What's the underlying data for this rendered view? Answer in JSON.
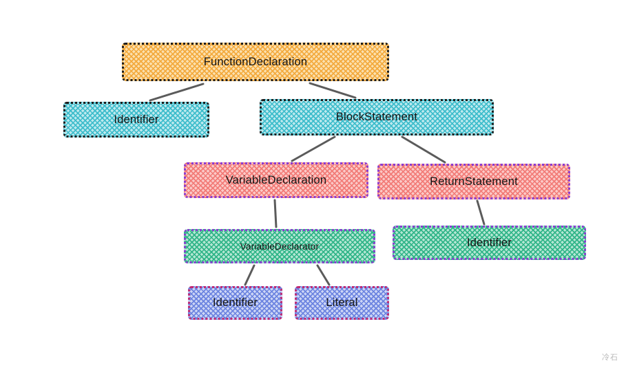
{
  "diagram": {
    "type": "tree",
    "description": "AST node tree",
    "watermark": "冷石",
    "nodes": [
      {
        "id": "function-declaration",
        "label": "FunctionDeclaration",
        "color": "orange"
      },
      {
        "id": "identifier-1",
        "label": "Identifier",
        "color": "teal"
      },
      {
        "id": "block-statement",
        "label": "BlockStatement",
        "color": "teal"
      },
      {
        "id": "variable-declaration",
        "label": "VariableDeclaration",
        "color": "red"
      },
      {
        "id": "return-statement",
        "label": "ReturnStatement",
        "color": "red"
      },
      {
        "id": "variable-declarator",
        "label": "VariableDeclarator",
        "color": "green"
      },
      {
        "id": "identifier-2",
        "label": "Identifier",
        "color": "green"
      },
      {
        "id": "identifier-3",
        "label": "Identifier",
        "color": "blue"
      },
      {
        "id": "literal",
        "label": "Literal",
        "color": "blue"
      }
    ],
    "edges": [
      {
        "from": "function-declaration",
        "to": "identifier-1"
      },
      {
        "from": "function-declaration",
        "to": "block-statement"
      },
      {
        "from": "block-statement",
        "to": "variable-declaration"
      },
      {
        "from": "block-statement",
        "to": "return-statement"
      },
      {
        "from": "variable-declaration",
        "to": "variable-declarator"
      },
      {
        "from": "return-statement",
        "to": "identifier-2"
      },
      {
        "from": "variable-declarator",
        "to": "identifier-3"
      },
      {
        "from": "variable-declarator",
        "to": "literal"
      }
    ],
    "palette": {
      "orange_hatch": "#f3a93c",
      "orange_base": "#fbe0ae",
      "teal_hatch": "#3cbccb",
      "teal_base": "#bde9ee",
      "red_hatch": "#f27a76",
      "red_base": "#fbc9c7",
      "green_hatch": "#2eb487",
      "green_base": "#b4e6d3",
      "blue_hatch": "#6b83e0",
      "blue_base": "#cdd6f6",
      "dark_border": "#1c1c1c",
      "purple_border": "#8a3bd2",
      "magenta_border": "#c02a74",
      "edge_color": "#5b5b5b",
      "watermark_color": "#b9b9b9",
      "text_color": "#141414"
    }
  }
}
